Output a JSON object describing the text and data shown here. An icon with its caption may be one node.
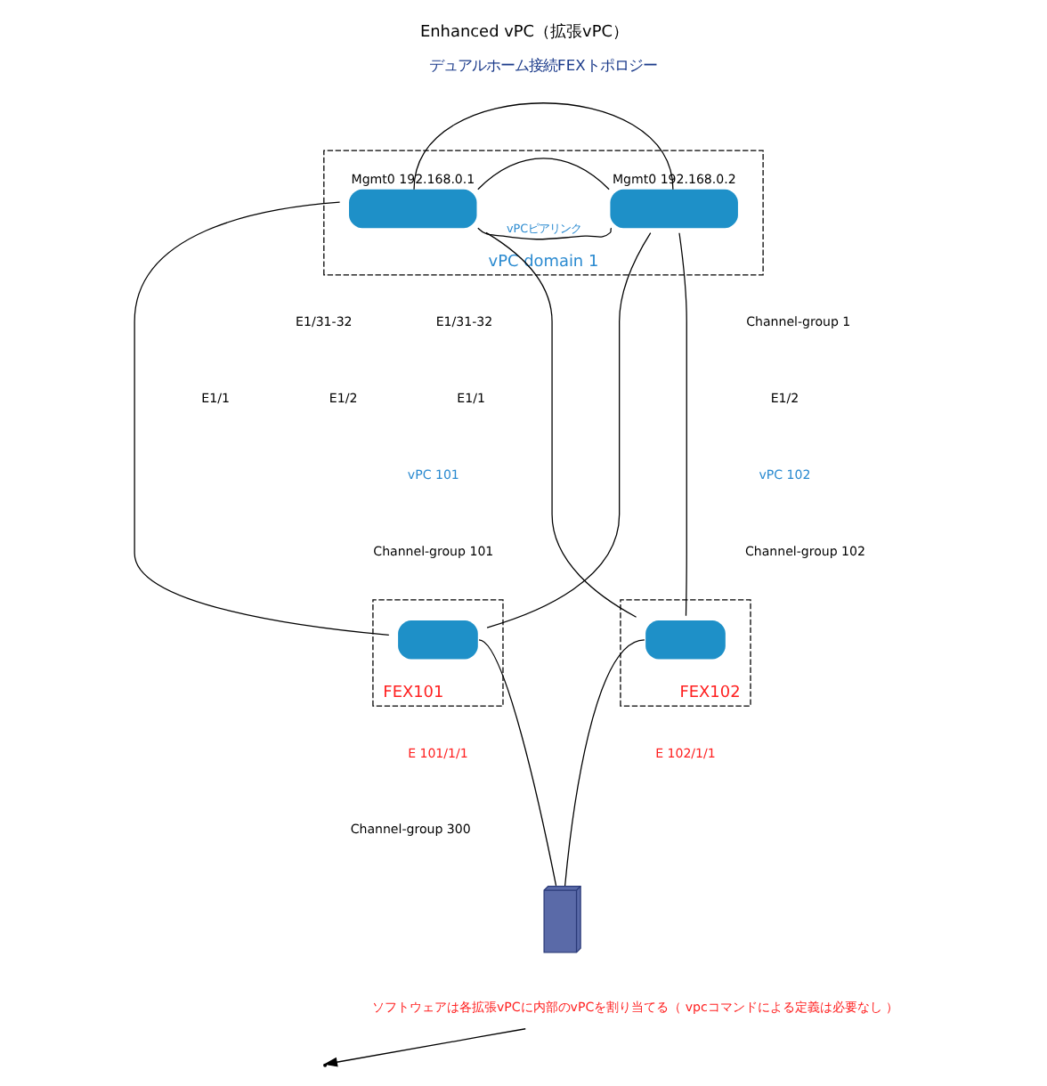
{
  "diagram": {
    "title": "Enhanced vPC（拡張vPC）",
    "nodes": [
      {
        "text": [
          "vPC domain 1"
        ]
      },
      {
        "text": [],
        "shape": "switch",
        "in": 0,
        "beside": [
          "Mgmt0 192.168.0.1"
        ]
      },
      {
        "text": [],
        "shape": "switch",
        "in": 0,
        "beside": [
          "Mgmt0 192.168.0.2"
        ]
      },
      {
        "text": [
          "FEX101"
        ]
      },
      {
        "text": [],
        "shape": "switch",
        "in": 3
      },
      {
        "text": [
          "FEX102"
        ]
      },
      {
        "text": [],
        "shape": "switch",
        "in": 5
      },
      {
        "text": [],
        "shape": "server"
      },
      {
        "text": [
          "ソフトウェアは各拡張vPCに内部のvPCを割り当てる（ vpcコマンドによる定義は必要なし ）"
        ]
      }
    ],
    "edges": [
      {
        "from": 1,
        "to": 2,
        "arrow": "none"
      },
      {
        "from": 1,
        "to": 2,
        "arrow": "none"
      },
      {
        "from": 1,
        "to": 2,
        "arrow": "none",
        "label": "vPCピアリンク"
      },
      {
        "from": 1,
        "to": 4,
        "arrow": "none"
      },
      {
        "from": 1,
        "to": 6,
        "arrow": "none"
      },
      {
        "from": 2,
        "to": 4,
        "arrow": "none"
      },
      {
        "from": 2,
        "to": 6,
        "arrow": "none"
      },
      {
        "from": 4,
        "to": 7,
        "arrow": "none"
      },
      {
        "from": 6,
        "to": 7,
        "arrow": "none"
      },
      {
        "from": 8,
        "to": null,
        "arrow": "to"
      }
    ],
    "labels": [
      "デュアルホーム接続FEXトポロジー",
      "E1/31-32",
      "E1/31-32",
      "Channel-group 1",
      "E1/1",
      "E1/2",
      "E1/1",
      "E1/2",
      "vPC 101",
      "vPC 102",
      "Channel-group 101",
      "Channel-group 102",
      "E 101/1/1",
      "E 102/1/1",
      "Channel-group 300"
    ]
  }
}
